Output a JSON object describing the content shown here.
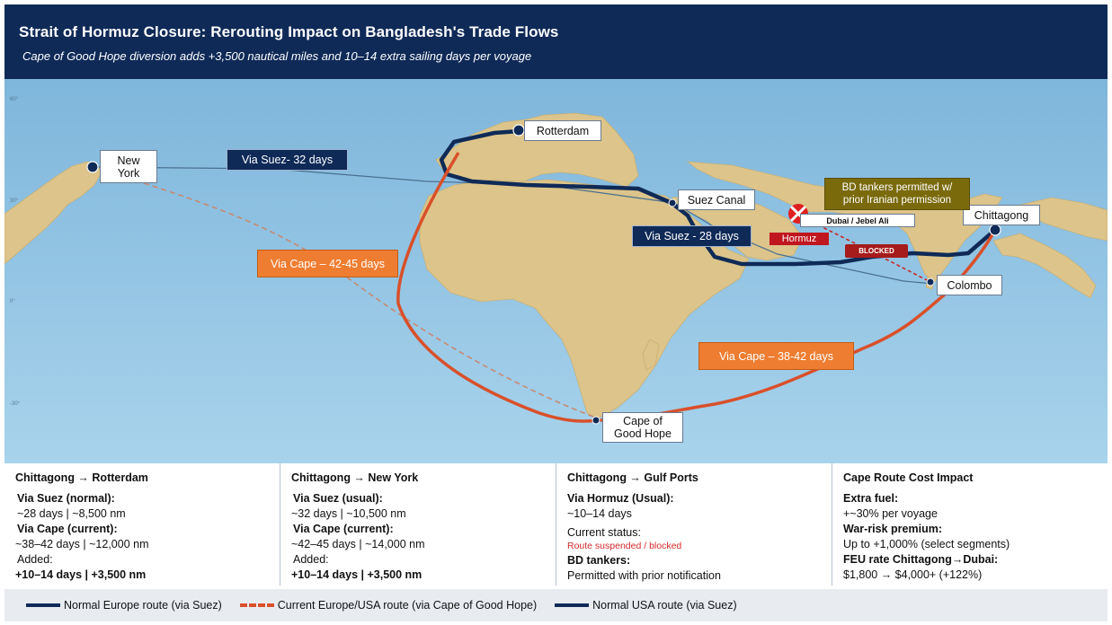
{
  "header": {
    "title": "Strait of Hormuz Closure: Rerouting Impact on Bangladesh's Trade Flows",
    "subtitle": "Cape of Good Hope diversion adds +3,500 nautical miles and 10–14 extra sailing days per voyage"
  },
  "map": {
    "colors": {
      "sea": "#8ec3e3",
      "land": "#dcc48a",
      "suez_route": "#0f2a57",
      "cape_route": "#d9502a",
      "usa_route": "#4a6f8f",
      "callout": "#7a6a0c",
      "blocked": "#a61b1b"
    },
    "cities": {
      "new_york": "New York",
      "rotterdam": "Rotterdam",
      "suez_canal": "Suez Canal",
      "dubai": "Dubai / Jebel Ali",
      "chittagong": "Chittagong",
      "colombo": "Colombo",
      "cape": "Cape of Good Hope"
    },
    "route_labels": {
      "suez_usa": "Via Suez- 32 days",
      "suez_europe": "Via Suez - 28 days",
      "cape_usa": "Via Cape – 42-45 days",
      "cape_europe": "Via Cape – 38-42 days"
    },
    "hormuz": "Hormuz",
    "blocked": "BLOCKED",
    "callout": "BD tankers permitted w/ prior Iranian permission",
    "lat_ticks": [
      "60°",
      "30°",
      "0°",
      "-30°"
    ]
  },
  "panels": [
    {
      "heading": "Chittagong → Rotterdam",
      "suez_label": "Via Suez (normal):",
      "suez_value": "~28 days  |  ~8,500 nm",
      "cape_label": "Via Cape (current):",
      "cape_value": "~38–42 days  |  ~12,000 nm",
      "added_label": "Added:",
      "added_value": "+10–14 days  |  +3,500 nm"
    },
    {
      "heading": "Chittagong → New York",
      "suez_label": "Via Suez (usual):",
      "suez_value": "~32 days  |  ~10,500 nm",
      "cape_label": "Via Cape (current):",
      "cape_value": "~42–45 days  |  ~14,000 nm",
      "added_label": "Added:",
      "added_value": "+10–14 days  |  +3,500 nm"
    },
    {
      "heading": "Chittagong → Gulf Ports",
      "hormuz_label": "Via Hormuz (Usual):",
      "hormuz_value": "~10–14 days",
      "status_label": "Current status:",
      "status_value": "Route suspended / blocked",
      "tankers_label": "BD tankers:",
      "tankers_value": "Permitted with prior notification"
    },
    {
      "heading": "Cape Route Cost Impact",
      "fuel_label": "Extra fuel:",
      "fuel_value": "+~30% per voyage",
      "war_label": "War-risk premium:",
      "war_value": "Up to +1,000% (select segments)",
      "feu_label": "FEU rate Chittagong→Dubai:",
      "feu_value": "$1,800 → $4,000+ (+122%)"
    }
  ],
  "legend": [
    {
      "label": "Normal Europe route (via Suez)"
    },
    {
      "label": "Current Europe/USA route (via Cape of Good Hope)"
    },
    {
      "label": "Normal USA route (via Suez)"
    }
  ]
}
